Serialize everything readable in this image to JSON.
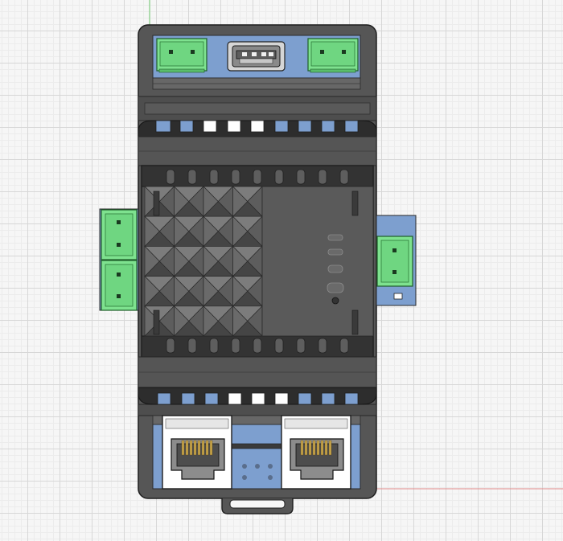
{
  "app": {
    "view": "3d-cad-viewport-top"
  },
  "colors": {
    "background": "#f6f6f6",
    "grid_major": "#d7d7d7",
    "grid_minor": "#ececec",
    "housing": "#565656",
    "housing_dark": "#3a3a3a",
    "panel_blue": "#7d9fcf",
    "connector_green": "#7ee28f",
    "axis_green": "#6cc56c",
    "axis_red": "#e08a8a",
    "ethernet_white": "#ffffff",
    "led_frame": "#6e6e6e"
  },
  "components": {
    "usb_port": "usb-a",
    "terminal_blocks": [
      "top-left",
      "top-right",
      "left-upper",
      "left-lower",
      "right"
    ],
    "ethernet_ports": [
      "rj45-left",
      "rj45-right"
    ],
    "status_leds": 4
  }
}
